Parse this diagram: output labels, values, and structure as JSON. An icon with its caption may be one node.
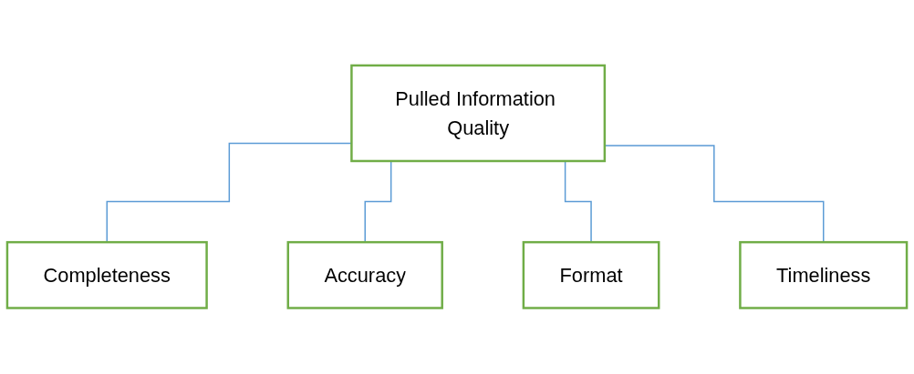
{
  "diagram": {
    "nodes": [
      {
        "text": [
          "Pulled Information Quality"
        ]
      },
      {
        "text": [
          "Completeness"
        ]
      },
      {
        "text": [
          "Accuracy"
        ]
      },
      {
        "text": [
          "Format"
        ]
      },
      {
        "text": [
          "Timeliness"
        ]
      }
    ],
    "edges": [
      {
        "from": 0,
        "to": 1,
        "arrow": "none"
      },
      {
        "from": 0,
        "to": 2,
        "arrow": "none"
      },
      {
        "from": 0,
        "to": 3,
        "arrow": "none"
      },
      {
        "from": 0,
        "to": 4,
        "arrow": "none"
      }
    ]
  }
}
